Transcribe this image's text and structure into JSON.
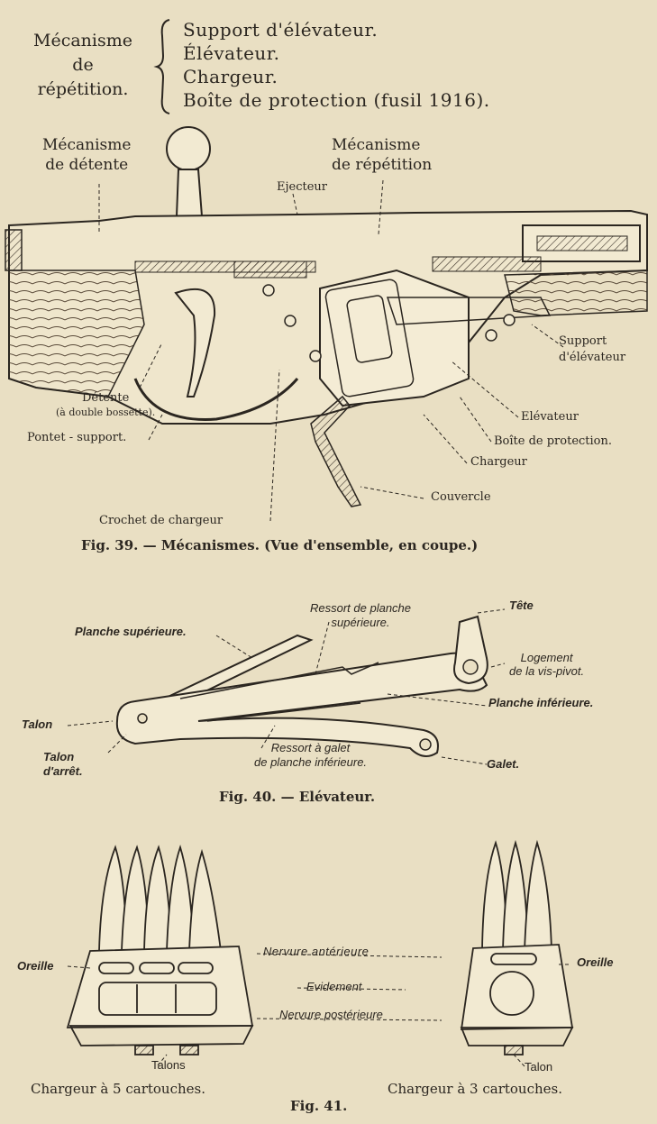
{
  "header": {
    "group_label": [
      "Mécanisme",
      "de",
      "répétition."
    ],
    "items": [
      "Support d'élévateur.",
      "Élévateur.",
      "Chargeur.",
      "Boîte de protection (fusil 1916)."
    ]
  },
  "fig39": {
    "label_trigger_mech": [
      "Mécanisme",
      "de détente"
    ],
    "label_repeat_mech": [
      "Mécanisme",
      "de répétition"
    ],
    "label_ejecteur": "Ejecteur",
    "label_support": [
      "Support",
      "d'élévateur"
    ],
    "label_detente": [
      "Détente",
      "(à double bossette)."
    ],
    "label_pontet": "Pontet - support.",
    "label_elevateur": "Elévateur",
    "label_boite": "Boîte de protection.",
    "label_chargeur": "Chargeur",
    "label_couvercle": "Couvercle",
    "label_crochet": "Crochet de chargeur",
    "caption": "Fig. 39. — Mécanismes. (Vue d'ensemble, en coupe.)"
  },
  "fig40": {
    "label_ressort_sup": [
      "Ressort de planche",
      "supérieure."
    ],
    "label_tete": "Tête",
    "label_planche_sup": "Planche supérieure.",
    "label_logement": [
      "Logement",
      "de la vis-pivot."
    ],
    "label_planche_inf": "Planche inférieure.",
    "label_talon": "Talon",
    "label_talon_arret": [
      "Talon",
      "d'arrêt."
    ],
    "label_ressort_galet": [
      "Ressort à galet",
      "de planche inférieure."
    ],
    "label_galet": "Galet.",
    "caption": "Fig. 40. — Elévateur."
  },
  "fig41": {
    "label_oreille_left": "Oreille",
    "label_oreille_right": "Oreille",
    "label_nervure_ant": "Nervure antérieure",
    "label_evidement": "Evidement",
    "label_nervure_post": "Nervure postérieure",
    "label_talons": "Talons",
    "label_talon": "Talon",
    "caption_left": "Chargeur à 5 cartouches.",
    "caption_right": "Chargeur à 3 cartouches.",
    "caption": "Fig. 41."
  }
}
